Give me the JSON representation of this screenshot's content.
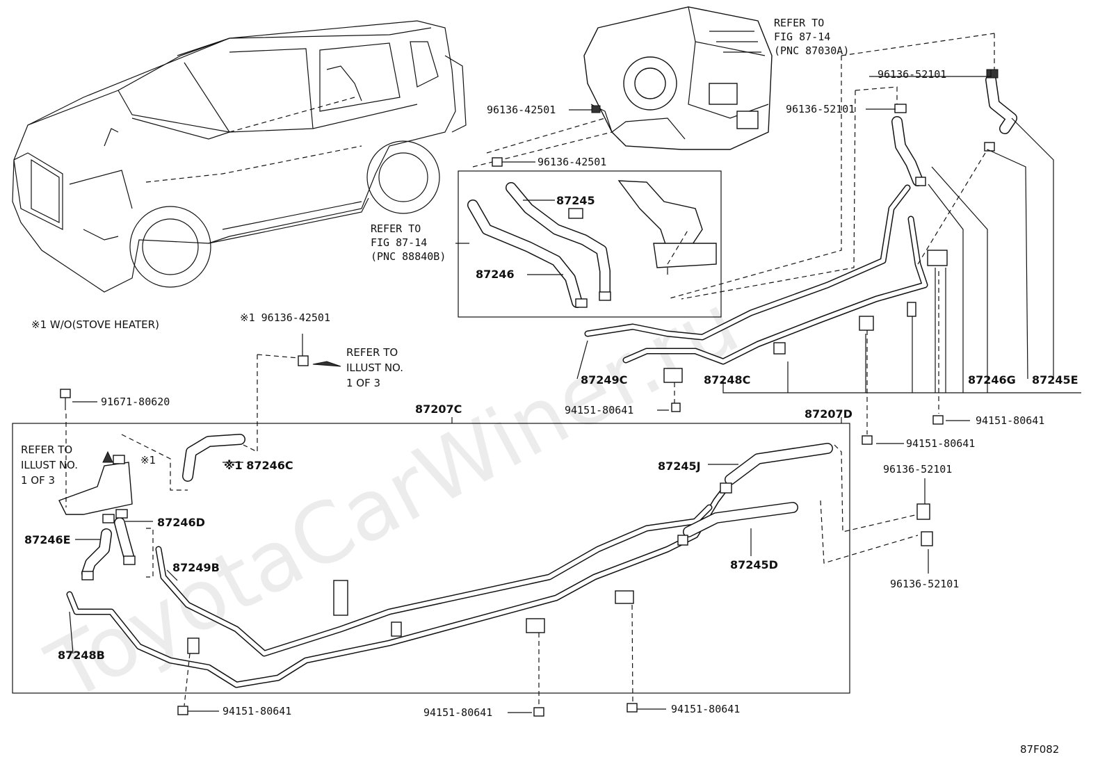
{
  "diagram_id": "87F082",
  "watermark": "ToyotaCarWiner.ru",
  "notes": {
    "footnote": "※1 W/O(STOVE HEATER)",
    "refer_fig_87_14_a": [
      "REFER TO",
      "FIG 87-14",
      "(PNC 87030A)"
    ],
    "refer_fig_87_14_b": [
      "REFER TO",
      "FIG 87-14",
      "(PNC 88840B)"
    ],
    "refer_illust_right": [
      "REFER TO",
      "ILLUST NO.",
      "1 OF 3"
    ],
    "refer_illust_left": [
      "REFER TO",
      "ILLUST NO.",
      "1 OF 3"
    ],
    "mark_1": "※1"
  },
  "labels": {
    "p96136_42501_a": "96136-42501",
    "p96136_42501_b": "96136-42501",
    "p96136_42501_c": "※1 96136-42501",
    "p96136_52101_a": "96136-52101",
    "p96136_52101_b": "96136-52101",
    "p96136_52101_c": "96136-52101",
    "p96136_52101_d": "96136-52101",
    "p87245": "87245",
    "p87246": "87246",
    "p87249C": "87249C",
    "p87248C": "87248C",
    "p87207D": "87207D",
    "p87246G": "87246G",
    "p87245E": "87245E",
    "p94151_80641_a": "94151-80641",
    "p94151_80641_b": "94151-80641",
    "p94151_80641_c": "94151-80641",
    "p94151_80641_d": "94151-80641",
    "p94151_80641_e": "94151-80641",
    "p94151_80641_f": "94151-80641",
    "p91671_80620": "91671-80620",
    "p87207C": "87207C",
    "p87246C": "※1 87246C",
    "p87245J": "87245J",
    "p87246D": "87246D",
    "p87246E": "87246E",
    "p87249B": "87249B",
    "p87245D": "87245D",
    "p87248B": "87248B"
  }
}
